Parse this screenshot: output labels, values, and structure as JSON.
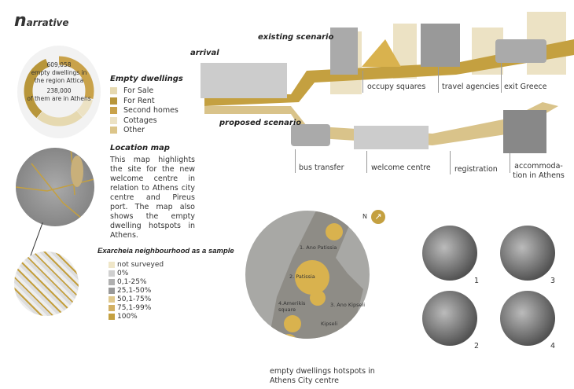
{
  "title": {
    "initial": "n",
    "rest": "arrative"
  },
  "donut": {
    "total": "609,058",
    "total_desc": "empty dwellings in the region Attica",
    "athens": "238,000",
    "athens_desc": "of them are in Athens"
  },
  "empty_dwellings": {
    "heading": "Empty dwellings",
    "items": [
      {
        "label": "For Sale",
        "color": "#e6d9b0"
      },
      {
        "label": "For Rent",
        "color": "#b8963a"
      },
      {
        "label": "Second homes",
        "color": "#c9a24a"
      },
      {
        "label": "Cottages",
        "color": "#ece2c4"
      },
      {
        "label": "Other",
        "color": "#dcc58a"
      }
    ]
  },
  "location_map": {
    "heading": "Location map",
    "text": "This map highlights the site for the new welcome centre in relation to Athens city centre and Pireus port. The map also shows the empty dwelling hotspots in Athens."
  },
  "exarcheia": {
    "heading": "Exarcheia neighbourhood as a sample",
    "items": [
      {
        "label": "not surveyed",
        "color": "#efe6c8"
      },
      {
        "label": "0%",
        "color": "#d0d0d0"
      },
      {
        "label": "0,1-25%",
        "color": "#b0b0b0"
      },
      {
        "label": "25,1-50%",
        "color": "#999"
      },
      {
        "label": "50,1-75%",
        "color": "#e0c98e"
      },
      {
        "label": "75,1-99%",
        "color": "#d2b064"
      },
      {
        "label": "100%",
        "color": "#c4a040"
      }
    ]
  },
  "hotspot_map": {
    "north": "N",
    "areas": [
      "1. Ano Patissia",
      "2. Patissia",
      "3. Ano Kipseli",
      "4.Amerikis square",
      "Kipseli"
    ],
    "caption": "empty dwellings hotspots in Athens City centre"
  },
  "scenarios": {
    "arrival": "arrival",
    "existing": "existing scenario",
    "proposed": "proposed scenario",
    "existing_steps": [
      "occupy squares",
      "travel agencies",
      "exit Greece"
    ],
    "proposed_steps": [
      "bus transfer",
      "welcome centre",
      "registration",
      "accommoda-tion in Athens"
    ]
  },
  "photos": [
    "1",
    "2",
    "3",
    "4"
  ],
  "accent": "#c4a040"
}
